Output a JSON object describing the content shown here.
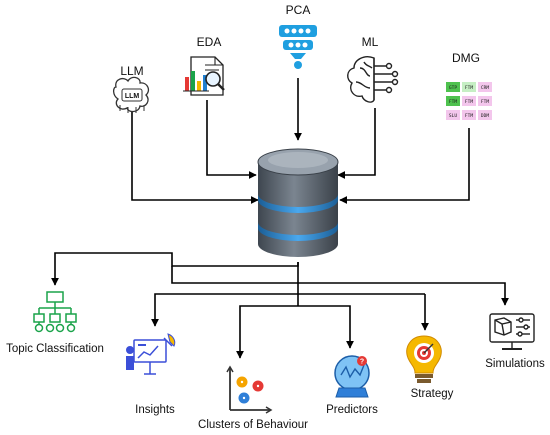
{
  "inputs": {
    "llm": "LLM",
    "llm_badge": "LLM",
    "eda": "EDA",
    "pca": "PCA",
    "ml": "ML",
    "dmg": "DMG",
    "dmg_table": [
      [
        "GTP",
        "FTM",
        "CRM"
      ],
      [
        "FTM",
        "FTM",
        "FTM"
      ],
      [
        "SLU",
        "FTM",
        "DDM"
      ]
    ]
  },
  "outputs": {
    "topic_classification": "Topic Classification",
    "insights": "Insights",
    "clusters": "Clusters of Behaviour",
    "predictors": "Predictors",
    "strategy": "Strategy",
    "simulations": "Simulations"
  },
  "colors": {
    "arrow": "#000000",
    "db_body": "#5a6470",
    "db_band": "#2f8ad0",
    "pca_icon": "#1f9fe0",
    "tree_icon": "#1aa34a",
    "insights_icon": "#3b4fd8",
    "bulb_yellow": "#f5b800",
    "target_red": "#e53935",
    "globe_blue": "#2f7fd8"
  },
  "icons": [
    "brain-chip-icon",
    "document-magnifier-icon",
    "pca-funnel-icon",
    "circuit-brain-icon",
    "dmg-table-icon",
    "database-icon",
    "hierarchy-tree-icon",
    "presentation-rocket-icon",
    "scatter-clusters-icon",
    "crystal-ball-icon",
    "lightbulb-target-icon",
    "computer-simulation-icon"
  ]
}
